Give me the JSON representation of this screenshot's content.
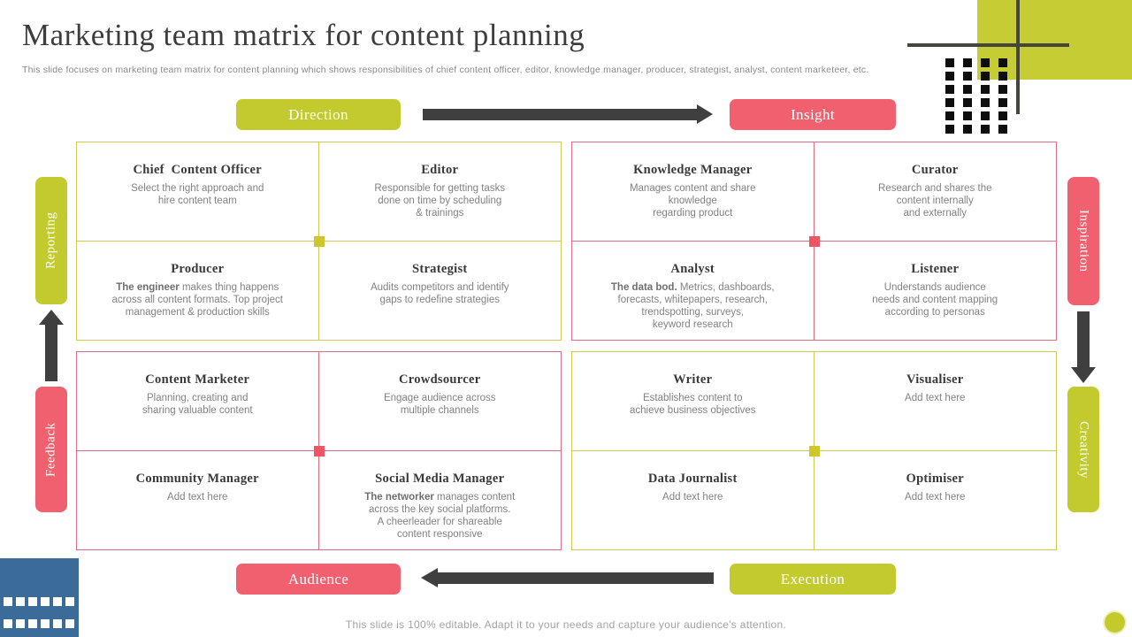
{
  "slide": {
    "title": "Marketing team matrix for content planning",
    "subtitle": "This slide focuses on marketing team matrix for content planning which shows responsibilities of chief content officer, editor, knowledge manager, producer, strategist, analyst, content marketeer, etc.",
    "footer": "This slide is 100% editable. Adapt it to your needs and capture your audience's attention."
  },
  "axes": {
    "direction": "Direction",
    "insight": "Insight",
    "audience": "Audience",
    "execution": "Execution",
    "reporting": "Reporting",
    "feedback": "Feedback",
    "inspiration": "Inspiration",
    "creativity": "Creativity"
  },
  "colors": {
    "green_accent": "#c2ca2e",
    "pink_accent": "#f0606e",
    "dark_arrow": "#3f3f3f",
    "blue_decor": "#3a6b99",
    "green_border": "#cfca52",
    "pink_border": "#dd6d80"
  },
  "quadrants": [
    {
      "accent": "green",
      "cells": [
        {
          "title": "Chief  Content Officer",
          "desc_bold": "",
          "desc": "Select the right approach and\nhire content team"
        },
        {
          "title": "Editor",
          "desc_bold": "",
          "desc": "Responsible for getting tasks\ndone on time by scheduling\n& trainings"
        },
        {
          "title": "Producer",
          "desc_bold": "The engineer",
          "desc": " makes thing happens\nacross all content formats. Top project\nmanagement & production skills"
        },
        {
          "title": "Strategist",
          "desc_bold": "",
          "desc": "Audits competitors and identify\ngaps to redefine strategies"
        }
      ]
    },
    {
      "accent": "pink",
      "cells": [
        {
          "title": "Knowledge Manager",
          "desc_bold": "",
          "desc": "Manages content and share\nknowledge\nregarding product"
        },
        {
          "title": "Curator",
          "desc_bold": "",
          "desc": "Research and shares the\ncontent internally\nand externally"
        },
        {
          "title": "Analyst",
          "desc_bold": "The data bod.",
          "desc": " Metrics, dashboards,\nforecasts, whitepapers, research,\ntrendspotting, surveys,\nkeyword research"
        },
        {
          "title": "Listener",
          "desc_bold": "",
          "desc": "Understands audience\nneeds and content mapping\naccording to personas"
        }
      ]
    },
    {
      "accent": "pink",
      "cells": [
        {
          "title": "Content Marketer",
          "desc_bold": "",
          "desc": "Planning, creating and\nsharing valuable content"
        },
        {
          "title": "Crowdsourcer",
          "desc_bold": "",
          "desc": "Engage audience across\nmultiple channels"
        },
        {
          "title": "Community Manager",
          "desc_bold": "",
          "desc": "Add text here"
        },
        {
          "title": "Social Media Manager",
          "desc_bold": "The networker",
          "desc": " manages content\nacross the key social platforms.\nA cheerleader for shareable\ncontent responsive"
        }
      ]
    },
    {
      "accent": "green",
      "cells": [
        {
          "title": "Writer",
          "desc_bold": "",
          "desc": "Establishes content to\nachieve business objectives"
        },
        {
          "title": "Visualiser",
          "desc_bold": "",
          "desc": "Add text here"
        },
        {
          "title": "Data Journalist",
          "desc_bold": "",
          "desc": "Add text here"
        },
        {
          "title": "Optimiser",
          "desc_bold": "",
          "desc": "Add text here"
        }
      ]
    }
  ]
}
